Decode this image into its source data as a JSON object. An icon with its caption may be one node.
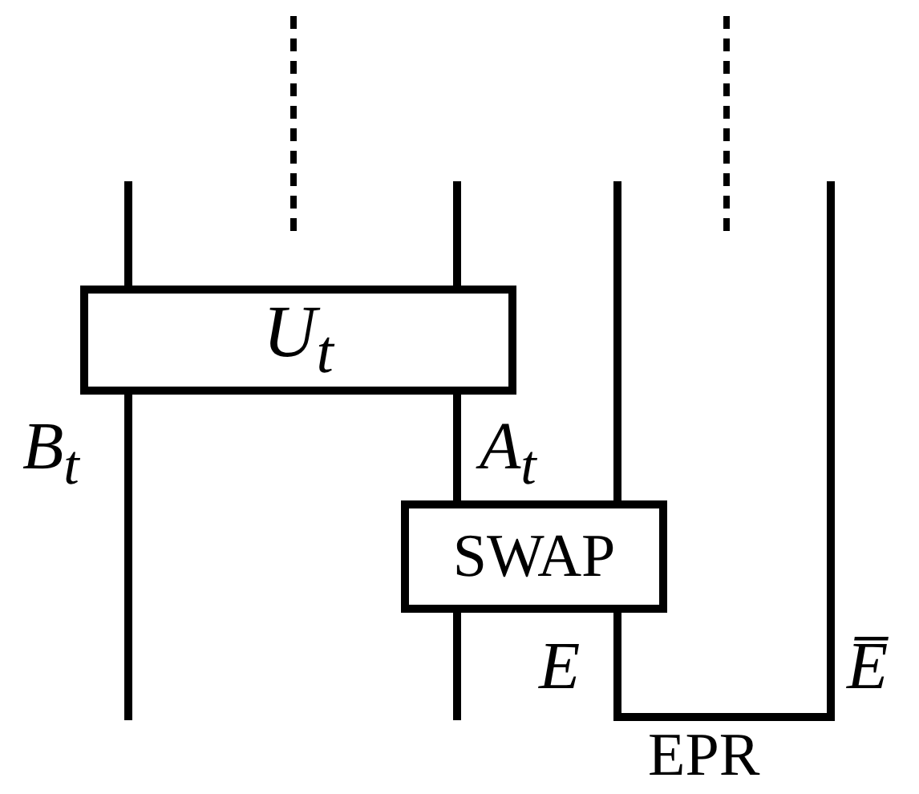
{
  "diagram": {
    "nodes": [
      {
        "text": [
          "U$_{t}$"
        ]
      },
      {
        "text": [
          "SWAP"
        ]
      }
    ],
    "edges": [
      {
        "from": null,
        "to": 0,
        "arrow": "none"
      },
      {
        "from": null,
        "to": 0,
        "arrow": "none"
      },
      {
        "from": 0,
        "to": null,
        "arrow": "none"
      },
      {
        "from": 0,
        "to": 1,
        "arrow": "none"
      },
      {
        "from": null,
        "to": 1,
        "arrow": "none"
      },
      {
        "from": 1,
        "to": null,
        "arrow": "none"
      },
      {
        "from": 1,
        "to": null,
        "arrow": "none"
      }
    ],
    "labels": [
      "B$_{t}$",
      "A$_{t}$",
      "E",
      "E̅",
      "EPR"
    ]
  }
}
